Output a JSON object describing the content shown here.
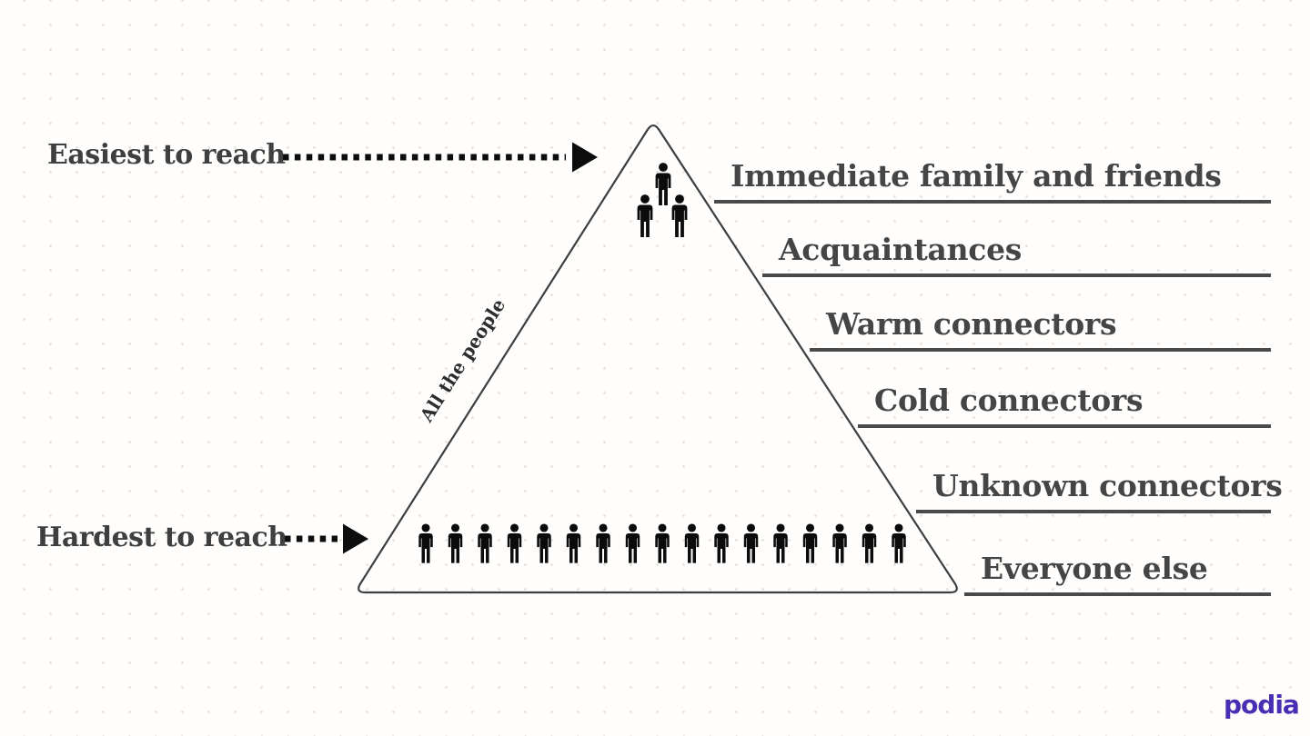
{
  "canvas": {
    "background_color": "#fffefc",
    "dot_grid_color": "#e7e3e0"
  },
  "annotations": {
    "easiest_label": "Easiest to reach",
    "hardest_label": "Hardest to reach",
    "side_axis_label": "All the people"
  },
  "pyramid": {
    "tiers": [
      {
        "label": "Immediate family and friends"
      },
      {
        "label": "Acquaintances"
      },
      {
        "label": "Warm connectors"
      },
      {
        "label": "Cold connectors"
      },
      {
        "label": "Unknown connectors"
      },
      {
        "label": "Everyone else"
      }
    ],
    "people": {
      "top_count": 3,
      "bottom_count": 17
    },
    "outline_color": "#3e3e3e",
    "underline_color": "#4a4a4a",
    "icon_color": "#0b0b0b",
    "arrow_color": "#0d0d0d"
  },
  "branding": {
    "logo_text": "podia",
    "logo_color": "#4a2db5"
  }
}
